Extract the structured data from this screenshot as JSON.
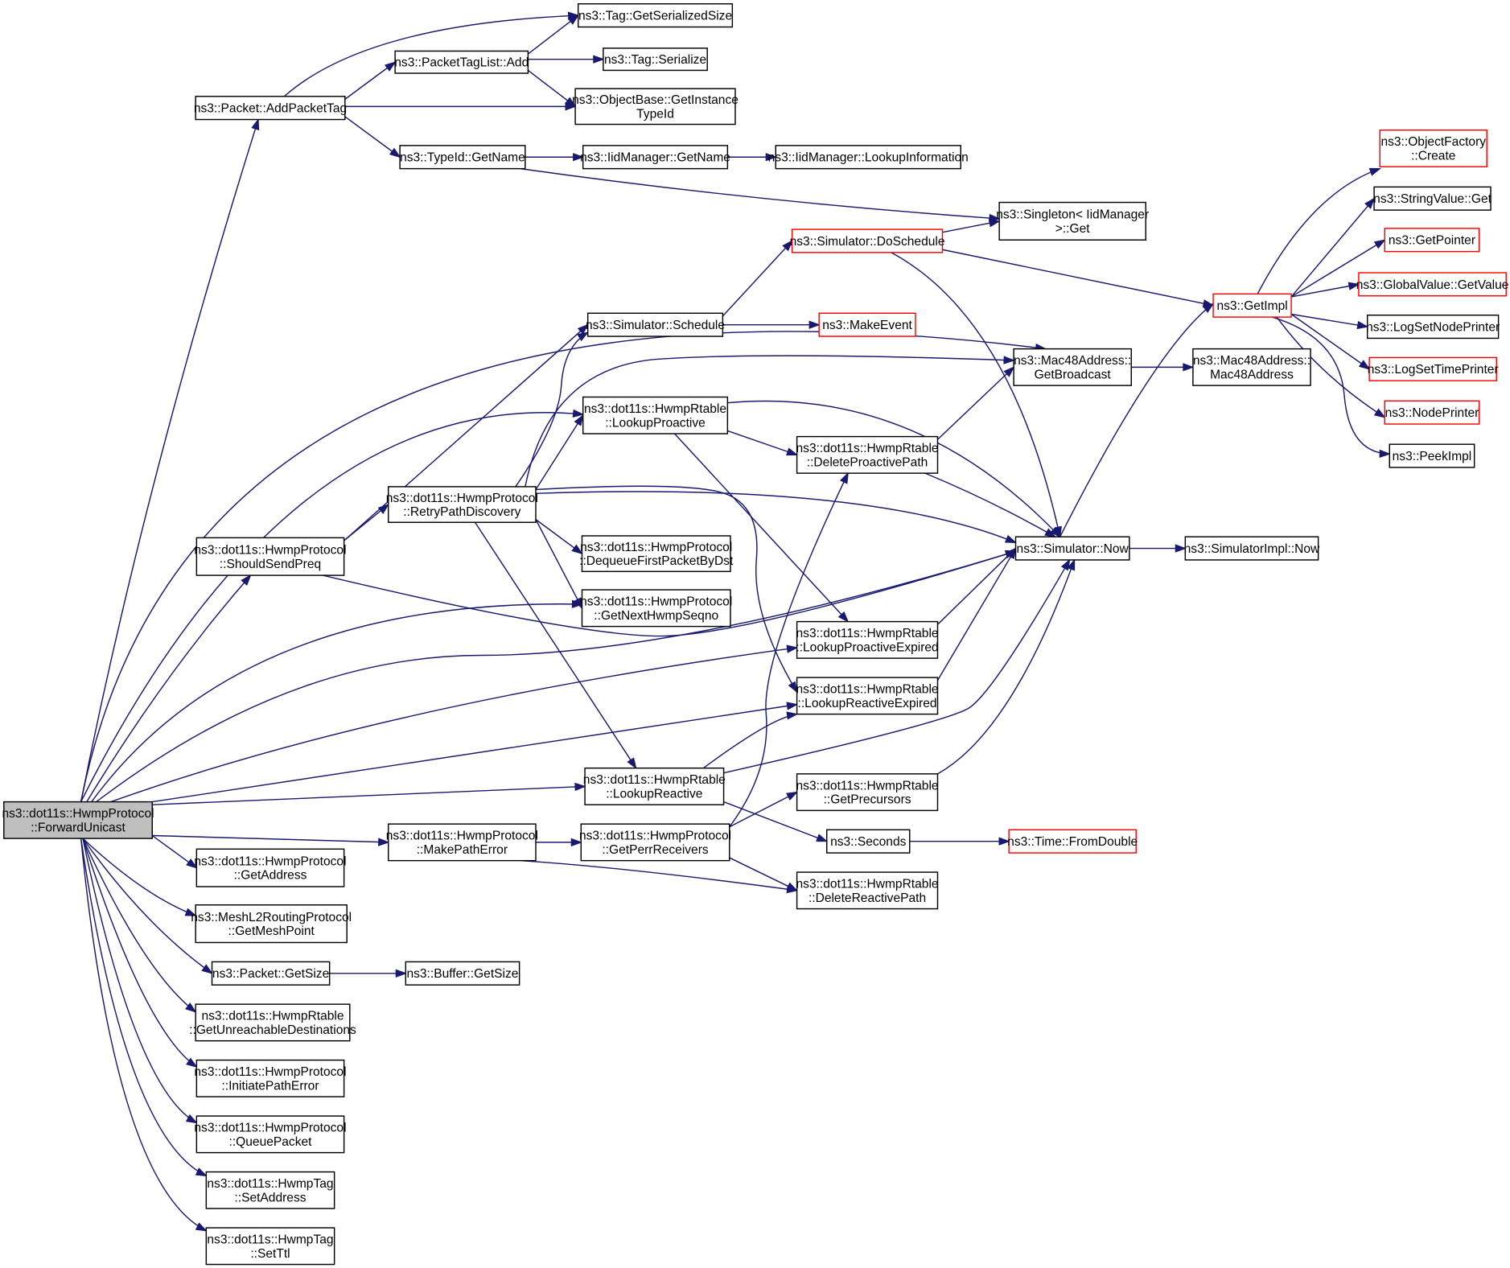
{
  "diagram": {
    "type": "call-graph",
    "colors": {
      "edge": "#191970",
      "node_border": "#000000",
      "truncated_border": "#ff0000",
      "root_fill": "#bfbfbf"
    },
    "nodes": [
      {
        "id": "fwd",
        "lines": [
          "ns3::dot11s::HwmpProtocol",
          "::ForwardUnicast"
        ],
        "root": true
      },
      {
        "id": "addpkttag",
        "lines": [
          "ns3::Packet::AddPacketTag"
        ]
      },
      {
        "id": "tagser",
        "lines": [
          "ns3::Tag::GetSerializedSize"
        ]
      },
      {
        "id": "ptladd",
        "lines": [
          "ns3::PacketTagList::Add"
        ]
      },
      {
        "id": "tagserialize",
        "lines": [
          "ns3::Tag::Serialize"
        ]
      },
      {
        "id": "objbase",
        "lines": [
          "ns3::ObjectBase::GetInstance",
          "TypeId"
        ]
      },
      {
        "id": "typeidname",
        "lines": [
          "ns3::TypeId::GetName"
        ]
      },
      {
        "id": "iidname",
        "lines": [
          "ns3::IidManager::GetName"
        ]
      },
      {
        "id": "iidlookup",
        "lines": [
          "ns3::IidManager::LookupInformation"
        ]
      },
      {
        "id": "singleton",
        "lines": [
          "ns3::Singleton< IidManager",
          ">::Get"
        ]
      },
      {
        "id": "doschedule",
        "lines": [
          "ns3::Simulator::DoSchedule"
        ],
        "truncated": true
      },
      {
        "id": "schedule",
        "lines": [
          "ns3::Simulator::Schedule"
        ]
      },
      {
        "id": "makeevent",
        "lines": [
          "ns3::MakeEvent"
        ],
        "truncated": true
      },
      {
        "id": "bcast",
        "lines": [
          "ns3::Mac48Address::",
          "GetBroadcast"
        ]
      },
      {
        "id": "mac48",
        "lines": [
          "ns3::Mac48Address::",
          "Mac48Address"
        ]
      },
      {
        "id": "lproactive",
        "lines": [
          "ns3::dot11s::HwmpRtable",
          "::LookupProactive"
        ]
      },
      {
        "id": "delproactive",
        "lines": [
          "ns3::dot11s::HwmpRtable",
          "::DeleteProactivePath"
        ]
      },
      {
        "id": "retry",
        "lines": [
          "ns3::dot11s::HwmpProtocol",
          "::RetryPathDiscovery"
        ]
      },
      {
        "id": "shouldpreq",
        "lines": [
          "ns3::dot11s::HwmpProtocol",
          "::ShouldSendPreq"
        ]
      },
      {
        "id": "dequeue",
        "lines": [
          "ns3::dot11s::HwmpProtocol",
          "::DequeueFirstPacketByDst"
        ]
      },
      {
        "id": "seqno",
        "lines": [
          "ns3::dot11s::HwmpProtocol",
          "::GetNextHwmpSeqno"
        ]
      },
      {
        "id": "now",
        "lines": [
          "ns3::Simulator::Now"
        ]
      },
      {
        "id": "implnow",
        "lines": [
          "ns3::SimulatorImpl::Now"
        ]
      },
      {
        "id": "lpexpired",
        "lines": [
          "ns3::dot11s::HwmpRtable",
          "::LookupProactiveExpired"
        ]
      },
      {
        "id": "lrexpired",
        "lines": [
          "ns3::dot11s::HwmpRtable",
          "::LookupReactiveExpired"
        ]
      },
      {
        "id": "lreactive",
        "lines": [
          "ns3::dot11s::HwmpRtable",
          "::LookupReactive"
        ]
      },
      {
        "id": "precursors",
        "lines": [
          "ns3::dot11s::HwmpRtable",
          "::GetPrecursors"
        ]
      },
      {
        "id": "seconds",
        "lines": [
          "ns3::Seconds"
        ]
      },
      {
        "id": "fromdouble",
        "lines": [
          "ns3::Time::FromDouble"
        ],
        "truncated": true
      },
      {
        "id": "makepatherr",
        "lines": [
          "ns3::dot11s::HwmpProtocol",
          "::MakePathError"
        ]
      },
      {
        "id": "perr",
        "lines": [
          "ns3::dot11s::HwmpProtocol",
          "::GetPerrReceivers"
        ]
      },
      {
        "id": "delreactive",
        "lines": [
          "ns3::dot11s::HwmpRtable",
          "::DeleteReactivePath"
        ]
      },
      {
        "id": "getaddress",
        "lines": [
          "ns3::dot11s::HwmpProtocol",
          "::GetAddress"
        ]
      },
      {
        "id": "meshpoint",
        "lines": [
          "ns3::MeshL2RoutingProtocol",
          "::GetMeshPoint"
        ]
      },
      {
        "id": "pktsize",
        "lines": [
          "ns3::Packet::GetSize"
        ]
      },
      {
        "id": "bufsize",
        "lines": [
          "ns3::Buffer::GetSize"
        ]
      },
      {
        "id": "unreach",
        "lines": [
          "ns3::dot11s::HwmpRtable",
          "::GetUnreachableDestinations"
        ]
      },
      {
        "id": "initerr",
        "lines": [
          "ns3::dot11s::HwmpProtocol",
          "::InitiatePathError"
        ]
      },
      {
        "id": "queuepkt",
        "lines": [
          "ns3::dot11s::HwmpProtocol",
          "::QueuePacket"
        ]
      },
      {
        "id": "setaddr",
        "lines": [
          "ns3::dot11s::HwmpTag",
          "::SetAddress"
        ]
      },
      {
        "id": "setttl",
        "lines": [
          "ns3::dot11s::HwmpTag",
          "::SetTtl"
        ]
      },
      {
        "id": "getimpl",
        "lines": [
          "ns3::GetImpl"
        ],
        "truncated": true
      },
      {
        "id": "objfactory",
        "lines": [
          "ns3::ObjectFactory",
          "::Create"
        ],
        "truncated": true
      },
      {
        "id": "strget",
        "lines": [
          "ns3::StringValue::Get"
        ]
      },
      {
        "id": "getpointer",
        "lines": [
          "ns3::GetPointer"
        ],
        "truncated": true
      },
      {
        "id": "globalval",
        "lines": [
          "ns3::GlobalValue::GetValue"
        ],
        "truncated": true
      },
      {
        "id": "lognode",
        "lines": [
          "ns3::LogSetNodePrinter"
        ]
      },
      {
        "id": "logtime",
        "lines": [
          "ns3::LogSetTimePrinter"
        ],
        "truncated": true
      },
      {
        "id": "nodeprinter",
        "lines": [
          "ns3::NodePrinter"
        ],
        "truncated": true
      },
      {
        "id": "peekimpl",
        "lines": [
          "ns3::PeekImpl"
        ]
      }
    ],
    "edges": [
      [
        "fwd",
        "addpkttag"
      ],
      [
        "fwd",
        "bcast"
      ],
      [
        "fwd",
        "lproactive"
      ],
      [
        "fwd",
        "shouldpreq"
      ],
      [
        "fwd",
        "seqno"
      ],
      [
        "fwd",
        "now"
      ],
      [
        "fwd",
        "lpexpired"
      ],
      [
        "fwd",
        "lrexpired"
      ],
      [
        "fwd",
        "lreactive"
      ],
      [
        "fwd",
        "makepatherr"
      ],
      [
        "fwd",
        "getaddress"
      ],
      [
        "fwd",
        "meshpoint"
      ],
      [
        "fwd",
        "pktsize"
      ],
      [
        "fwd",
        "unreach"
      ],
      [
        "fwd",
        "initerr"
      ],
      [
        "fwd",
        "queuepkt"
      ],
      [
        "fwd",
        "setaddr"
      ],
      [
        "fwd",
        "setttl"
      ],
      [
        "addpkttag",
        "tagser"
      ],
      [
        "addpkttag",
        "ptladd"
      ],
      [
        "addpkttag",
        "objbase"
      ],
      [
        "addpkttag",
        "typeidname"
      ],
      [
        "ptladd",
        "tagser"
      ],
      [
        "ptladd",
        "tagserialize"
      ],
      [
        "ptladd",
        "objbase"
      ],
      [
        "typeidname",
        "iidname"
      ],
      [
        "typeidname",
        "singleton"
      ],
      [
        "iidname",
        "iidlookup"
      ],
      [
        "doschedule",
        "singleton"
      ],
      [
        "doschedule",
        "getimpl"
      ],
      [
        "doschedule",
        "now"
      ],
      [
        "schedule",
        "doschedule"
      ],
      [
        "schedule",
        "makeevent"
      ],
      [
        "bcast",
        "mac48"
      ],
      [
        "lproactive",
        "delproactive"
      ],
      [
        "lproactive",
        "now"
      ],
      [
        "lproactive",
        "lpexpired"
      ],
      [
        "delproactive",
        "bcast"
      ],
      [
        "delproactive",
        "now"
      ],
      [
        "retry",
        "schedule"
      ],
      [
        "retry",
        "bcast"
      ],
      [
        "retry",
        "lproactive"
      ],
      [
        "retry",
        "now"
      ],
      [
        "retry",
        "dequeue"
      ],
      [
        "retry",
        "seqno"
      ],
      [
        "retry",
        "lrexpired"
      ],
      [
        "retry",
        "lreactive"
      ],
      [
        "shouldpreq",
        "schedule"
      ],
      [
        "shouldpreq",
        "retry"
      ],
      [
        "shouldpreq",
        "now"
      ],
      [
        "now",
        "implnow"
      ],
      [
        "now",
        "getimpl"
      ],
      [
        "lpexpired",
        "now"
      ],
      [
        "lrexpired",
        "now"
      ],
      [
        "lreactive",
        "now"
      ],
      [
        "lreactive",
        "lrexpired"
      ],
      [
        "lreactive",
        "seconds"
      ],
      [
        "precursors",
        "now"
      ],
      [
        "seconds",
        "fromdouble"
      ],
      [
        "makepatherr",
        "perr"
      ],
      [
        "makepatherr",
        "delreactive"
      ],
      [
        "perr",
        "delproactive"
      ],
      [
        "perr",
        "precursors"
      ],
      [
        "perr",
        "delreactive"
      ],
      [
        "pktsize",
        "bufsize"
      ],
      [
        "getimpl",
        "objfactory"
      ],
      [
        "getimpl",
        "strget"
      ],
      [
        "getimpl",
        "getpointer"
      ],
      [
        "getimpl",
        "globalval"
      ],
      [
        "getimpl",
        "lognode"
      ],
      [
        "getimpl",
        "logtime"
      ],
      [
        "getimpl",
        "nodeprinter"
      ],
      [
        "getimpl",
        "peekimpl"
      ]
    ]
  }
}
